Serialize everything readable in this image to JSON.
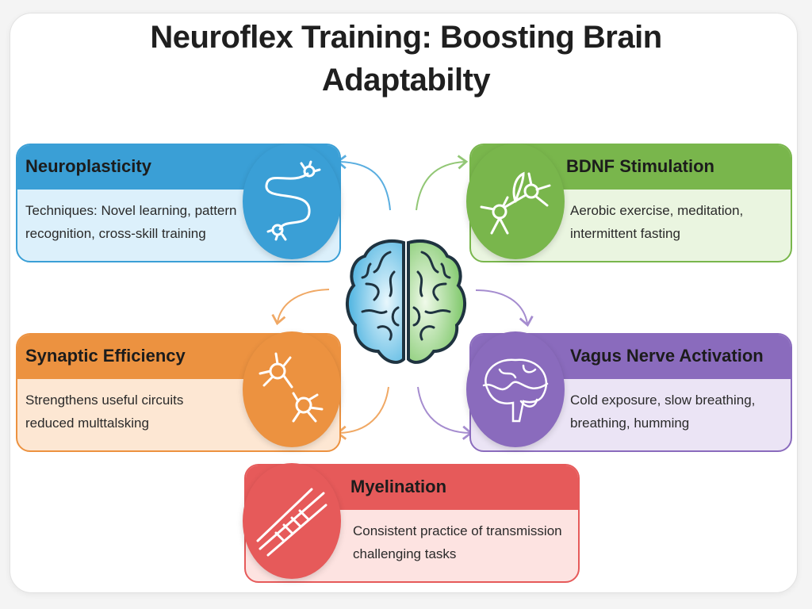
{
  "title": {
    "line1": "Neuroflex Training: Boosting Brain",
    "line2": "Adaptabilty"
  },
  "cards": {
    "neuroplasticity": {
      "heading": "Neuroplasticity",
      "line1": "Techniques: Novel learning, pattern",
      "line2": "recognition,   cross-skill training",
      "icon": "neuron-pathway-icon",
      "color": "#3a9fd6"
    },
    "bdnf": {
      "heading": "BDNF Stimulation",
      "line1": "Aerobic exercise, meditation,",
      "line2": "intermittent fasting",
      "icon": "neuron-sprout-icon",
      "color": "#79b64c"
    },
    "synaptic": {
      "heading": "Synaptic Efficiency",
      "line1": "Strengthens useful circuits",
      "line2": "reduced multtalsking",
      "icon": "synapse-icon",
      "color": "#ec9240"
    },
    "vagus": {
      "heading": "Vagus Nerve Activation",
      "line1": "Cold exposure, slow breathing,",
      "line2": "breathing, humming",
      "icon": "brain-outline-icon",
      "color": "#8a6bbd"
    },
    "myelination": {
      "heading": "Myelination",
      "line1": "Consistent practice of transmission",
      "line2": "challenging tasks",
      "icon": "myelin-axon-icon",
      "color": "#e65a5a"
    }
  },
  "center": {
    "icon": "brain-icon"
  }
}
